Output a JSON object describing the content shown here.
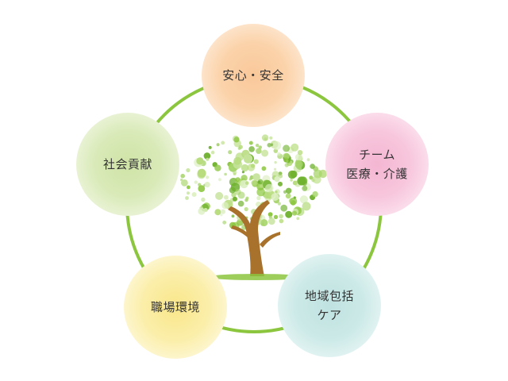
{
  "nodes": {
    "safety": {
      "lines": [
        "安心・安全"
      ]
    },
    "team": {
      "lines": [
        "チーム",
        "医療・介護"
      ]
    },
    "community": {
      "lines": [
        "地域包括",
        "ケア"
      ]
    },
    "workplace": {
      "lines": [
        "職場環境"
      ]
    },
    "social": {
      "lines": [
        "社会貢献"
      ]
    }
  },
  "colors": {
    "ring": "#8cc63f",
    "safety": "#f9c89a",
    "team": "#f4b6d2",
    "community": "#bfe2e0",
    "workplace": "#f9e78a",
    "social": "#cfe3a6",
    "trunk": "#a8722d",
    "leaves": "#8cc63f"
  },
  "icons": {
    "center": "tree-icon"
  }
}
